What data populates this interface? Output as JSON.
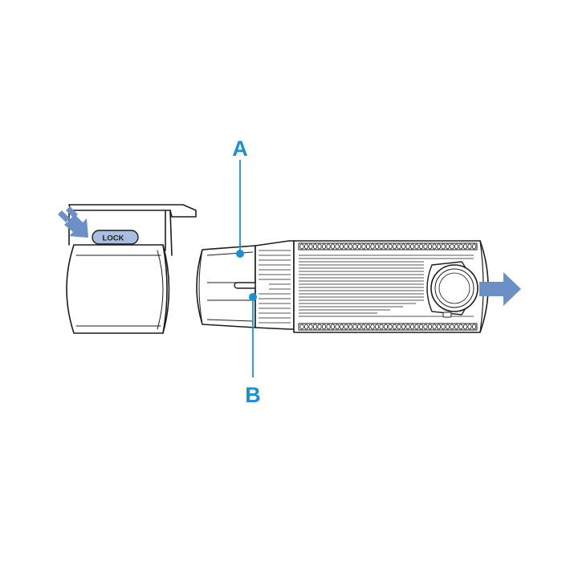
{
  "callouts": {
    "a": {
      "label": "A"
    },
    "b": {
      "label": "B"
    }
  },
  "mount": {
    "lock_label": "LOCK"
  },
  "colors": {
    "callout": "#1a8fd4",
    "arrow": "#6d8fc8",
    "lock_badge": "#a9bde0",
    "outline": "#1d1d1d"
  },
  "icons": {
    "push_arrow": "double-chevron-arrow-icon",
    "pull_arrow": "right-arrow-icon"
  }
}
